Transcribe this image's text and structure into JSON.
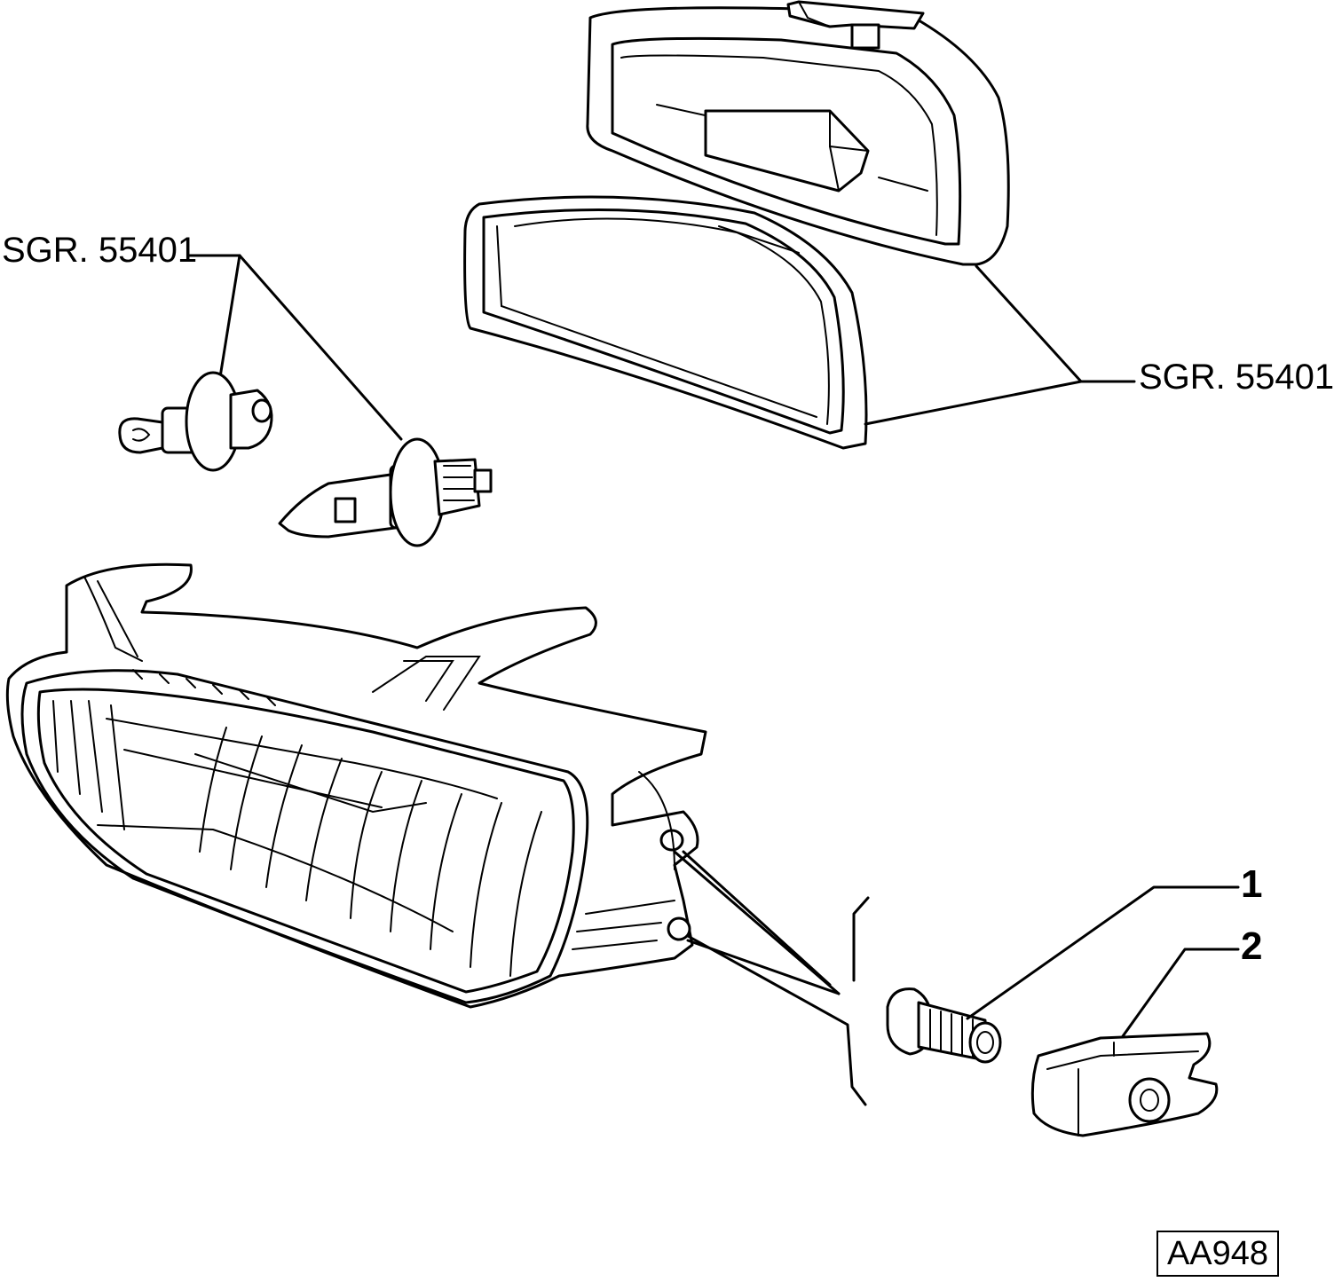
{
  "diagram": {
    "labels": {
      "ref_left": "SGR. 55401",
      "ref_right": "SGR. 55401",
      "part_1": "1",
      "part_2": "2",
      "drawing_code": "AA948"
    },
    "parts": [
      {
        "name": "headlamp-lens-trim-frame"
      },
      {
        "name": "headlamp-gasket-frame"
      },
      {
        "name": "side-bulb"
      },
      {
        "name": "halogen-bulb"
      },
      {
        "name": "headlamp-assembly"
      },
      {
        "name": "screw",
        "label": "1"
      },
      {
        "name": "clip-nut",
        "label": "2"
      }
    ]
  }
}
